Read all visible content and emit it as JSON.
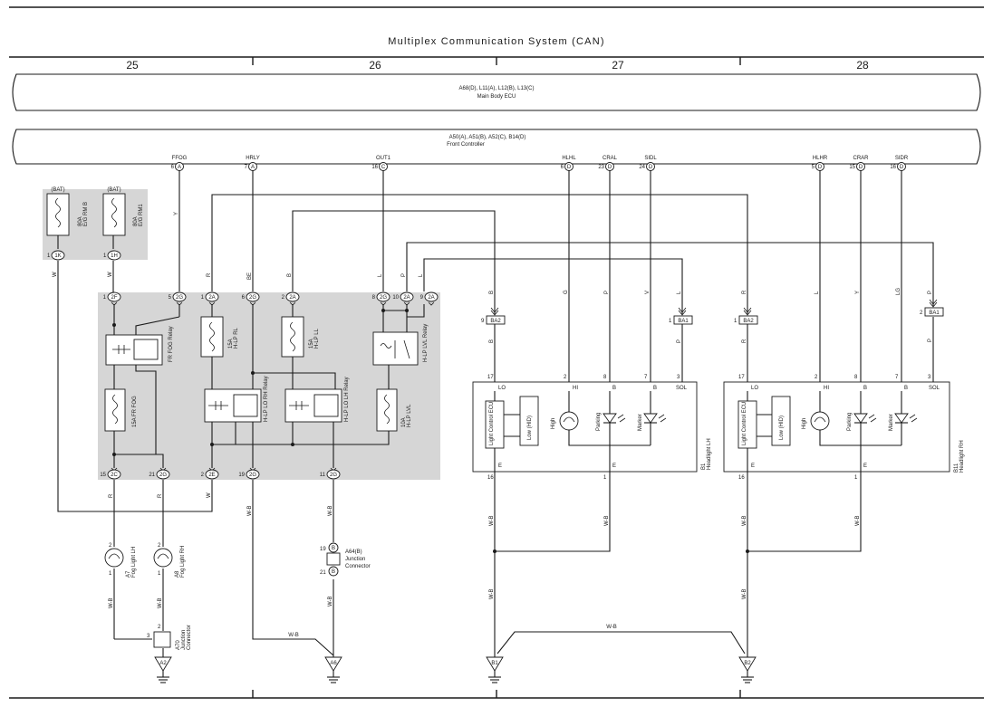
{
  "title": "Multiplex Communication System (CAN)",
  "columns": [
    "25",
    "26",
    "27",
    "28"
  ],
  "ecus": {
    "main_body": {
      "connectors": "A68(D), L11(A), L12(B), L13(C)",
      "name": "Main Body ECU"
    },
    "front_controller": {
      "connectors": "A50(A), A51(B), A52(C), B14(D)",
      "name": "Front Controller"
    }
  },
  "terminals": {
    "ffog": {
      "label": "FFOG",
      "pin": "6",
      "conn": "A"
    },
    "hrly": {
      "label": "HRLY",
      "pin": "7",
      "conn": "A"
    },
    "out1": {
      "label": "OUT1",
      "pin": "16",
      "conn": "C"
    },
    "hlhl": {
      "label": "HLHL",
      "pin": "6",
      "conn": "D"
    },
    "cral": {
      "label": "CRAL",
      "pin": "23",
      "conn": "D"
    },
    "sidl": {
      "label": "SIDL",
      "pin": "24",
      "conn": "D"
    },
    "hlhr": {
      "label": "HLHR",
      "pin": "5",
      "conn": "D"
    },
    "crar": {
      "label": "CRAR",
      "pin": "15",
      "conn": "D"
    },
    "sidr": {
      "label": "SIDR",
      "pin": "16",
      "conn": "D"
    }
  },
  "fuse_box": {
    "bat": "(BAT)",
    "fuse1_rating": "80A",
    "fuse1_name": "E/G RM B",
    "fuse2_rating": "80A",
    "fuse2_name": "E/G RM1",
    "pin1_num": "1",
    "pin1_conn": "1K",
    "pin2_num": "1",
    "pin2_conn": "1H"
  },
  "relay_block": {
    "fr_fog_relay": "FR FOG Relay",
    "fuse_15a_frfog": "15A FR FOG",
    "fuse_15a_rl_rating": "15A",
    "fuse_15a_rl_name": "H-LP RL",
    "fuse_15a_ll_rating": "15A",
    "fuse_15a_ll_name": "H-LP LL",
    "hlp_lo_rh_relay": "H-LP LO RH Relay",
    "hlp_lo_lh_relay": "H-LP LO LH Relay",
    "hlp_lvl_relay": "H-LP LVL Relay",
    "fuse_10a_rating": "10A",
    "fuse_10a_name": "H-LP LVL",
    "top_pins": [
      {
        "num": "1",
        "conn": "2F"
      },
      {
        "num": "5",
        "conn": "2G"
      },
      {
        "num": "1",
        "conn": "2A"
      },
      {
        "num": "6",
        "conn": "2G"
      },
      {
        "num": "2",
        "conn": "2A"
      },
      {
        "num": "8",
        "conn": "2G"
      },
      {
        "num": "10",
        "conn": "2A"
      },
      {
        "num": "9",
        "conn": "2A"
      }
    ],
    "bottom_pins": [
      {
        "num": "15",
        "conn": "2C"
      },
      {
        "num": "21",
        "conn": "2G"
      },
      {
        "num": "2",
        "conn": "2E"
      },
      {
        "num": "19",
        "conn": "2G"
      },
      {
        "num": "11",
        "conn": "2G"
      }
    ]
  },
  "wire_colors": {
    "y": "Y",
    "w": "W",
    "r": "R",
    "be": "BE",
    "b": "B",
    "l": "L",
    "p": "P",
    "g": "G",
    "v": "V",
    "lg": "LG",
    "wb": "W-B"
  },
  "connectors": {
    "ba2_pin": "9",
    "ba2": "BA2",
    "ba1_pin": "1",
    "ba1": "BA1",
    "ba2r_pin": "1",
    "ba2r": "BA2",
    "ba1r_pin": "2",
    "ba1r": "BA1"
  },
  "headlight_lh": {
    "ref": "B1",
    "name": "Headlight LH",
    "pins": {
      "lo": "17",
      "hi": "2",
      "b": "8",
      "b2": "7",
      "sol": "3",
      "e": "16",
      "e2": "1"
    },
    "labels": {
      "lo": "LO",
      "hi": "HI",
      "b": "B",
      "sol": "SOL",
      "e": "E"
    },
    "ecu": "Light Control ECU",
    "low": "Low (HID)",
    "high": "High",
    "parking": "Parking",
    "marker": "Marker"
  },
  "headlight_rh": {
    "ref": "B11",
    "name": "Headlight RH",
    "pins": {
      "lo": "17",
      "hi": "2",
      "b": "8",
      "b2": "7",
      "sol": "3",
      "e": "16",
      "e2": "1"
    },
    "labels": {
      "lo": "LO",
      "hi": "HI",
      "b": "B",
      "sol": "SOL",
      "e": "E"
    },
    "ecu": "Light Control ECU",
    "low": "Low (HID)",
    "high": "High",
    "parking": "Parking",
    "marker": "Marker"
  },
  "fog_lights": {
    "lh": {
      "ref": "A7",
      "name": "Fog Light LH",
      "pin_top": "2",
      "pin_bot": "1"
    },
    "rh": {
      "ref": "A8",
      "name": "Fog Light RH",
      "pin_top": "2",
      "pin_bot": "1"
    }
  },
  "junction_a64": {
    "ref": "A64(B)",
    "name1": "Junction",
    "name2": "Connector",
    "pin_top": "19",
    "conn_top": "B",
    "pin_bot": "21",
    "conn_bot": "B"
  },
  "junction_a70": {
    "ref": "A70",
    "name1": "Junction",
    "name2": "Connector",
    "pin_top": "2",
    "pin_left": "3"
  },
  "grounds": [
    "A2",
    "A6",
    "B1",
    "B2"
  ]
}
